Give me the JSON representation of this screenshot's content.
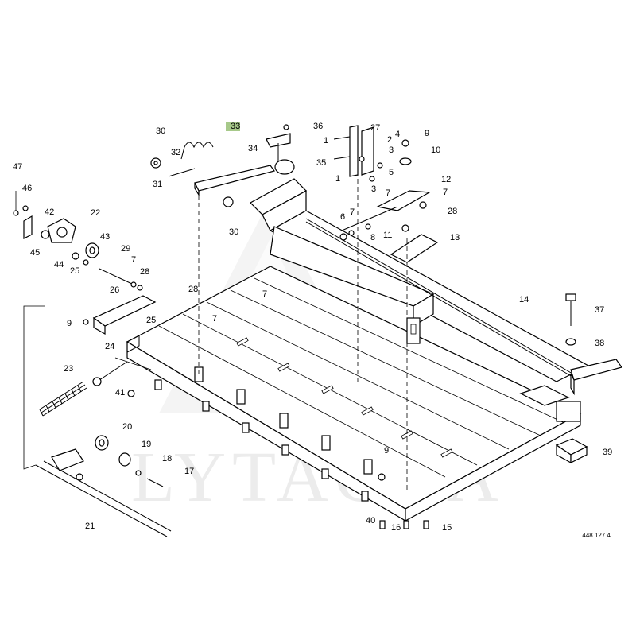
{
  "watermark": {
    "brand": "LYTAGRA"
  },
  "drawing_id": "448 127 4",
  "highlight_color": "#a7c98a",
  "callouts": [
    {
      "id": "c47",
      "label": "47"
    },
    {
      "id": "c46",
      "label": "46"
    },
    {
      "id": "c42",
      "label": "42"
    },
    {
      "id": "c22",
      "label": "22"
    },
    {
      "id": "c45",
      "label": "45"
    },
    {
      "id": "c43",
      "label": "43"
    },
    {
      "id": "c44",
      "label": "44"
    },
    {
      "id": "c25a",
      "label": "25"
    },
    {
      "id": "c29",
      "label": "29"
    },
    {
      "id": "c7a",
      "label": "7"
    },
    {
      "id": "c28a",
      "label": "28"
    },
    {
      "id": "c26",
      "label": "26"
    },
    {
      "id": "c9a",
      "label": "9"
    },
    {
      "id": "c25b",
      "label": "25"
    },
    {
      "id": "c24",
      "label": "24"
    },
    {
      "id": "c23",
      "label": "23"
    },
    {
      "id": "c41",
      "label": "41"
    },
    {
      "id": "c20",
      "label": "20"
    },
    {
      "id": "c19",
      "label": "19"
    },
    {
      "id": "c18",
      "label": "18"
    },
    {
      "id": "c17",
      "label": "17"
    },
    {
      "id": "c21",
      "label": "21"
    },
    {
      "id": "c30a",
      "label": "30"
    },
    {
      "id": "c33",
      "label": "33"
    },
    {
      "id": "c32",
      "label": "32"
    },
    {
      "id": "c31",
      "label": "31"
    },
    {
      "id": "c34",
      "label": "34"
    },
    {
      "id": "c30b",
      "label": "30"
    },
    {
      "id": "c36",
      "label": "36"
    },
    {
      "id": "c35",
      "label": "35"
    },
    {
      "id": "c28b",
      "label": "28"
    },
    {
      "id": "c7b",
      "label": "7"
    },
    {
      "id": "c7c",
      "label": "7"
    },
    {
      "id": "c1a",
      "label": "1"
    },
    {
      "id": "c27",
      "label": "27"
    },
    {
      "id": "c2",
      "label": "2"
    },
    {
      "id": "c3a",
      "label": "3"
    },
    {
      "id": "c4",
      "label": "4"
    },
    {
      "id": "c9b",
      "label": "9"
    },
    {
      "id": "c10",
      "label": "10"
    },
    {
      "id": "c1b",
      "label": "1"
    },
    {
      "id": "c5",
      "label": "5"
    },
    {
      "id": "c3b",
      "label": "3"
    },
    {
      "id": "c12",
      "label": "12"
    },
    {
      "id": "c7d",
      "label": "7"
    },
    {
      "id": "c7e",
      "label": "7"
    },
    {
      "id": "c28c",
      "label": "28"
    },
    {
      "id": "c6",
      "label": "6"
    },
    {
      "id": "c7f",
      "label": "7"
    },
    {
      "id": "c8",
      "label": "8"
    },
    {
      "id": "c11",
      "label": "11"
    },
    {
      "id": "c13",
      "label": "13"
    },
    {
      "id": "c14",
      "label": "14"
    },
    {
      "id": "c37",
      "label": "37"
    },
    {
      "id": "c38",
      "label": "38"
    },
    {
      "id": "c39",
      "label": "39"
    },
    {
      "id": "c9c",
      "label": "9"
    },
    {
      "id": "c40",
      "label": "40"
    },
    {
      "id": "c16",
      "label": "16"
    },
    {
      "id": "c15",
      "label": "15"
    }
  ]
}
